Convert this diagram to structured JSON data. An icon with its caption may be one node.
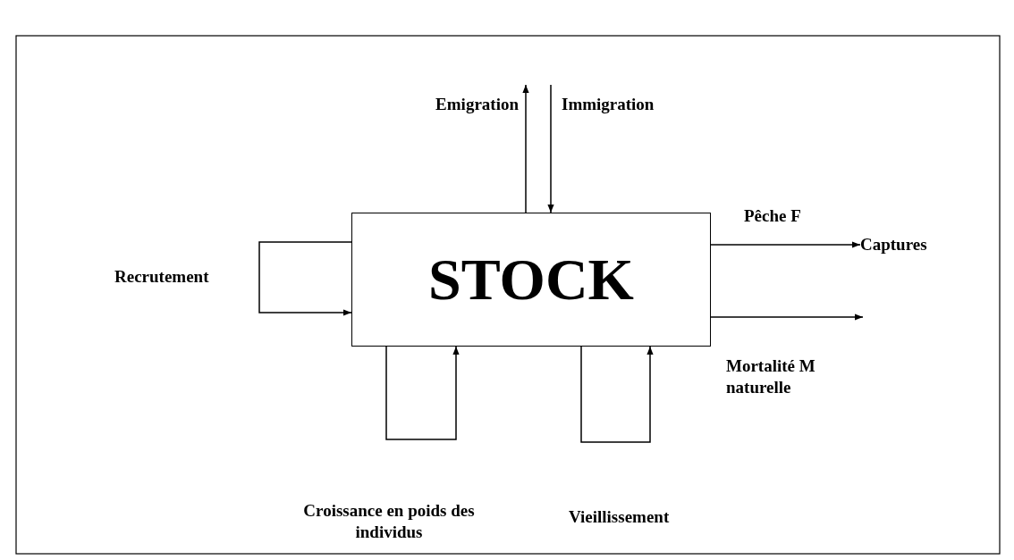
{
  "diagram": {
    "nodes": [
      {
        "text": [
          "STOCK"
        ]
      },
      {
        "text": [
          "Captures"
        ]
      }
    ],
    "edges": [
      {
        "from": 0,
        "to": null,
        "arrow": "to",
        "label": "Emigration"
      },
      {
        "from": null,
        "to": 0,
        "arrow": "to",
        "label": "Immigration"
      },
      {
        "from": 0,
        "to": 0,
        "arrow": "to",
        "label": "Recrutement"
      },
      {
        "from": 0,
        "to": 0,
        "arrow": "to",
        "label": "Croissance en poids des individus"
      },
      {
        "from": 0,
        "to": 0,
        "arrow": "to",
        "label": "Vieillissement"
      },
      {
        "from": 0,
        "to": 1,
        "arrow": "to",
        "label": "Pêche F"
      },
      {
        "from": 0,
        "to": null,
        "arrow": "to",
        "label": "Mortalité M naturelle"
      }
    ]
  }
}
